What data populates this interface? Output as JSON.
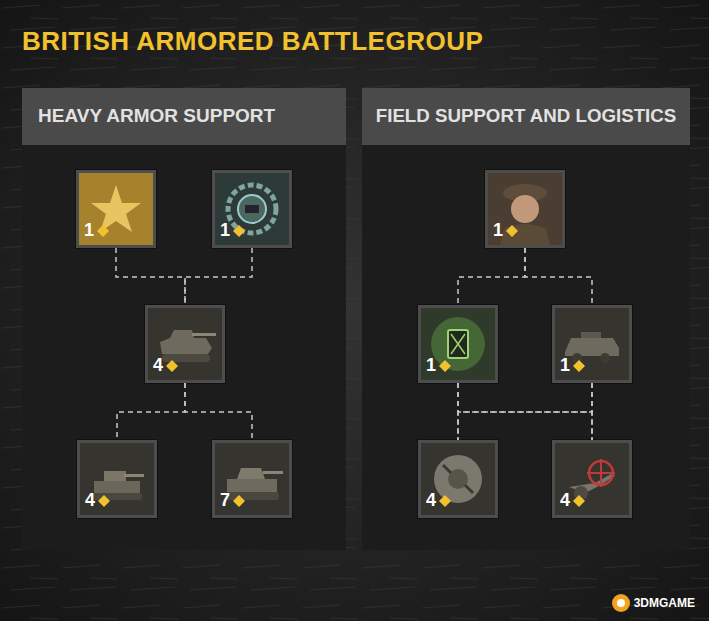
{
  "diagram": {
    "title": "BRITISH ARMORED BATTLEGROUP",
    "nodes": [
      {
        "text": [
          "HEAVY ARMOR SUPPORT"
        ]
      },
      {
        "text": [
          "1"
        ],
        "in": 0
      },
      {
        "text": [
          "1"
        ],
        "in": 0
      },
      {
        "text": [
          "4"
        ],
        "in": 0
      },
      {
        "text": [
          "4"
        ],
        "in": 0
      },
      {
        "text": [
          "7"
        ],
        "in": 0
      },
      {
        "text": [
          "FIELD SUPPORT AND LOGISTICS"
        ]
      },
      {
        "text": [
          "1"
        ],
        "in": 6
      },
      {
        "text": [
          "1"
        ],
        "in": 6
      },
      {
        "text": [
          "1"
        ],
        "in": 6
      },
      {
        "text": [
          "4"
        ],
        "in": 6
      },
      {
        "text": [
          "4"
        ],
        "in": 6
      }
    ],
    "edges": [
      {
        "from": 1,
        "to": 3,
        "arrow": "none"
      },
      {
        "from": 2,
        "to": 3,
        "arrow": "none"
      },
      {
        "from": 3,
        "to": 4,
        "arrow": "none"
      },
      {
        "from": 3,
        "to": 5,
        "arrow": "none"
      },
      {
        "from": 7,
        "to": 8,
        "arrow": "none"
      },
      {
        "from": 7,
        "to": 9,
        "arrow": "none"
      },
      {
        "from": 8,
        "to": 10,
        "arrow": "none"
      },
      {
        "from": 8,
        "to": 11,
        "arrow": "none"
      },
      {
        "from": 9,
        "to": 10,
        "arrow": "none"
      },
      {
        "from": 9,
        "to": 11,
        "arrow": "none"
      }
    ],
    "labels": [
      "3DMGAME"
    ]
  }
}
